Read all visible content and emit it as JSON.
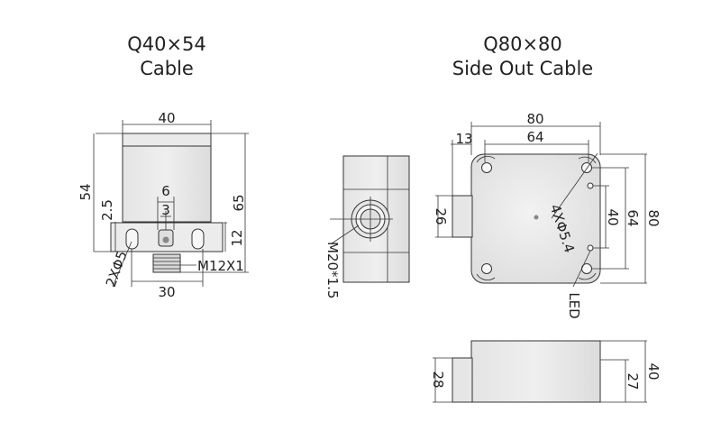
{
  "left": {
    "title_model": "Q40×54",
    "title_sub": "Cable",
    "dims": {
      "width_top": "40",
      "height_left": "54",
      "height_right": "65",
      "offset": "2.5",
      "slot": "6",
      "center": "3",
      "lower": "12",
      "holes": "2XΦ5",
      "thread": "M12X1",
      "base": "30"
    }
  },
  "middle": {
    "thread": "M20*1.5"
  },
  "right": {
    "title_model": "Q80×80",
    "title_sub": "Side Out Cable",
    "dims": {
      "width_top": "80",
      "inner_width": "64",
      "offset": "13",
      "side": "26",
      "holes": "4XΦ5.4",
      "inner_v": "40",
      "mid_v": "64",
      "outer_v": "80",
      "led": "LED"
    },
    "side_view": {
      "left_h": "28",
      "inner_h": "27",
      "outer_h": "40"
    }
  }
}
